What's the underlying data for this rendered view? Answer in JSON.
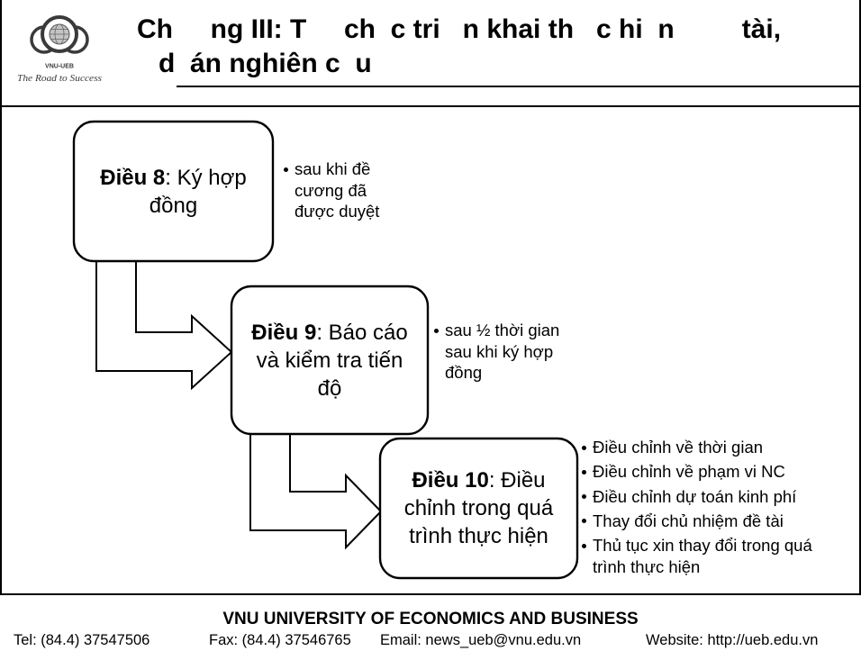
{
  "colors": {
    "ink": "#000000",
    "background": "#ffffff",
    "logo": "#3a3a3a"
  },
  "logo": {
    "acronym": "VNU-UEB",
    "motto": "The Road to Success"
  },
  "title": {
    "line1": "Ch     ng III: T     ch  c tri   n khai th   c hi  n         tài,",
    "line2": "d  án nghiên c  u"
  },
  "steps": [
    {
      "label": "Điều 8",
      "lines": [
        ": Ký hợp",
        "đồng"
      ],
      "notes": [
        "sau khi đề cương đã được duyệt"
      ]
    },
    {
      "label": "Điều 9",
      "lines": [
        ": Báo cáo",
        "và kiểm tra tiến",
        "độ"
      ],
      "notes": [
        "sau ½ thời gian sau khi ký hợp đồng"
      ]
    },
    {
      "label": "Điều 10",
      "lines": [
        ": Điều",
        "chỉnh trong quá",
        "trình thực hiện"
      ],
      "notes": [
        "Điều chỉnh về thời gian",
        "Điều chỉnh về phạm vi NC",
        "Điều chỉnh dự toán kinh phí",
        "Thay đổi chủ nhiệm đề tài",
        "Thủ tục xin thay đổi trong quá trình thực hiện"
      ]
    }
  ],
  "footer": {
    "institution": "VNU UNIVERSITY OF ECONOMICS AND BUSINESS",
    "tel": "Tel: (84.4) 37547506",
    "fax": "Fax: (84.4) 37546765",
    "email": "Email: news_ueb@vnu.edu.vn",
    "website": "Website: http://ueb.edu.vn"
  }
}
